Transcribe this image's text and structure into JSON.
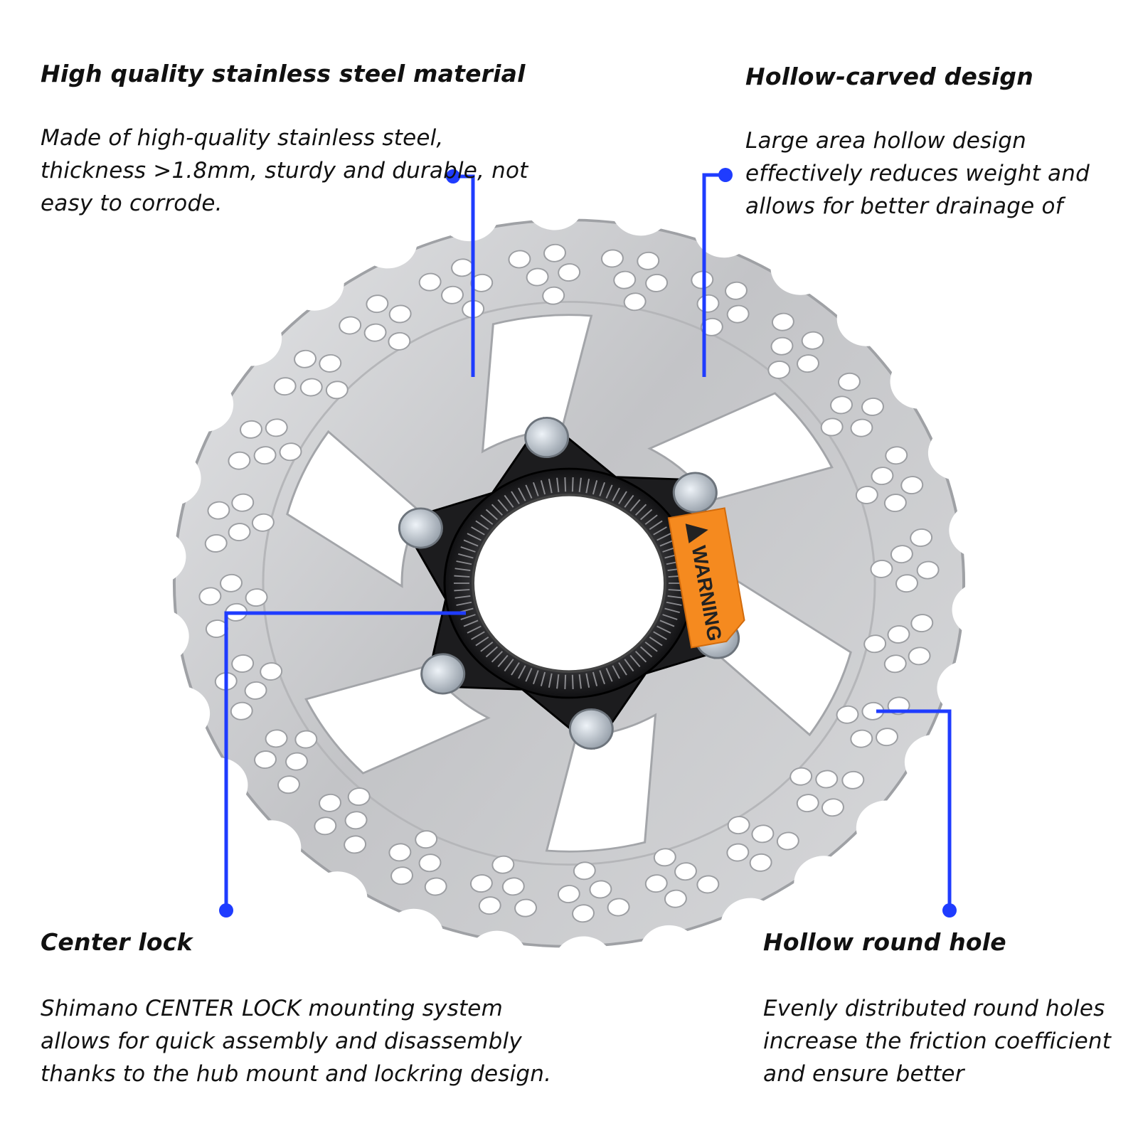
{
  "features": {
    "steel": {
      "title": "High quality stainless steel material",
      "description": "Made of high-quality stainless steel, thickness >1.8mm, sturdy and durable, not easy to corrode."
    },
    "hollow_carved": {
      "title": "Hollow-carved design",
      "description": "Large area hollow design effectively reduces weight and allows for better drainage of"
    },
    "center_lock": {
      "title": "Center lock",
      "description": "Shimano CENTER LOCK mounting system allows for quick assembly and disassembly thanks to the hub mount and lockring design."
    },
    "round_hole": {
      "title": "Hollow round hole",
      "description": "Evenly distributed round holes increase the friction coefficient and ensure better"
    }
  },
  "label": {
    "warning": "WARNING"
  },
  "colors": {
    "pointer": "#1f3cff",
    "rotor": "#c9cacc",
    "carrier": "#1c1c1e",
    "warning_tag": "#f58a1f"
  },
  "icons": {
    "pointer_dot": "blue-dot-icon",
    "warning": "warning-triangle-icon"
  }
}
